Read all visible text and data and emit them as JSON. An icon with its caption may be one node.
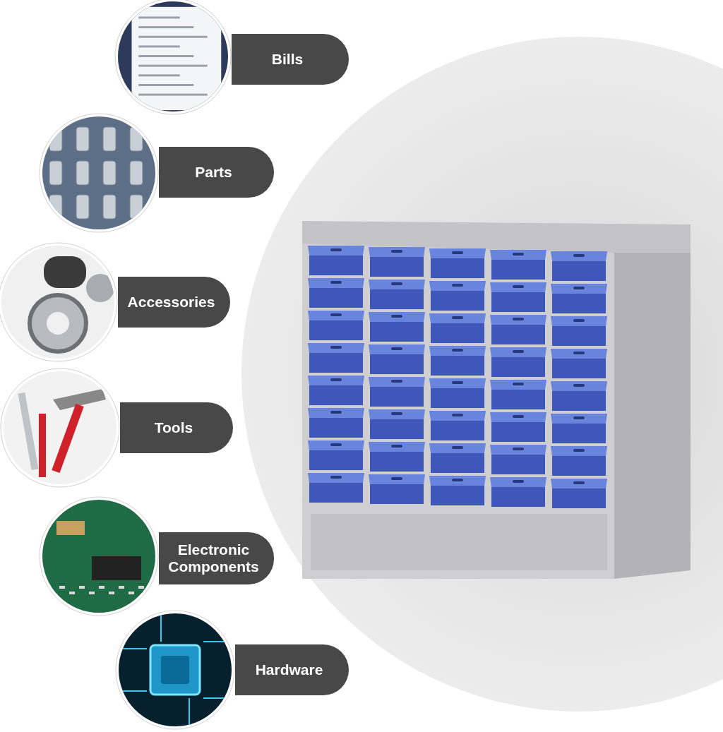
{
  "diagram": {
    "nodes": [
      {
        "text": [
          "Bills"
        ]
      },
      {
        "text": [
          "Parts"
        ]
      },
      {
        "text": [
          "Accessories"
        ]
      },
      {
        "text": [
          "Tools"
        ]
      },
      {
        "text": [
          "Electronic Components"
        ]
      },
      {
        "text": [
          "Hardware"
        ]
      }
    ]
  }
}
